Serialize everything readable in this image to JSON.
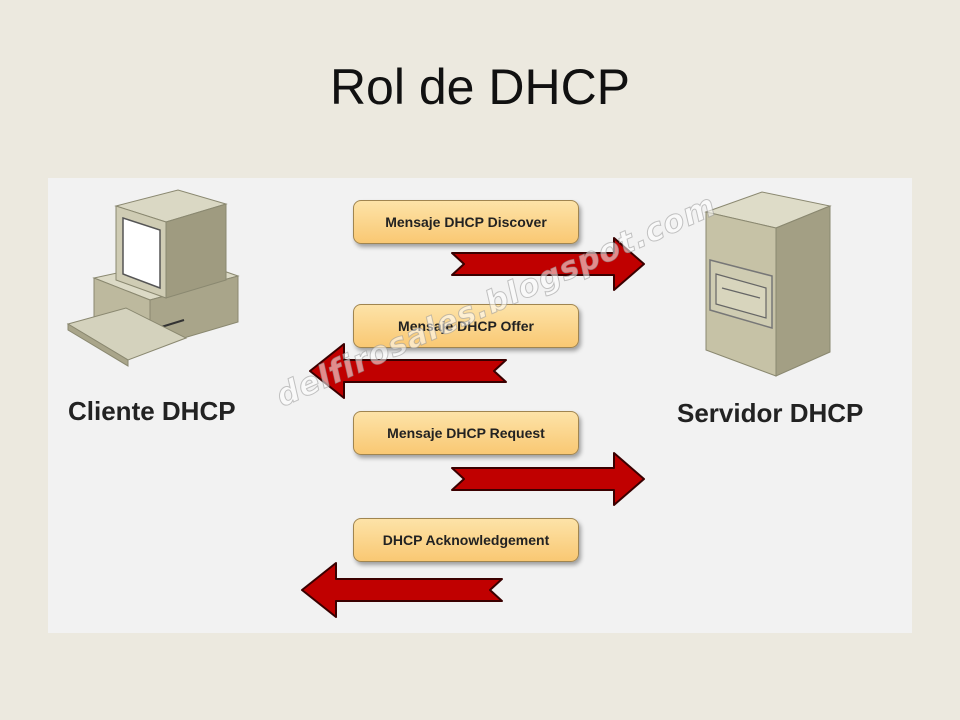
{
  "title": "Rol de DHCP",
  "client": {
    "label": "Cliente DHCP",
    "icon": "computer-icon"
  },
  "server": {
    "label": "Servidor DHCP",
    "icon": "server-icon"
  },
  "messages": [
    {
      "label": "Mensaje DHCP Discover",
      "direction": "client-to-server"
    },
    {
      "label": "Mensaje DHCP Offer",
      "direction": "server-to-client"
    },
    {
      "label": "Mensaje DHCP Request",
      "direction": "client-to-server"
    },
    {
      "label": "DHCP Acknowledgement",
      "direction": "server-to-client"
    }
  ],
  "watermark": "delfirosales.blogspot.com",
  "colors": {
    "arrow": "#c00000",
    "message_box": "#f9c873",
    "device": "#c8c4a8"
  }
}
